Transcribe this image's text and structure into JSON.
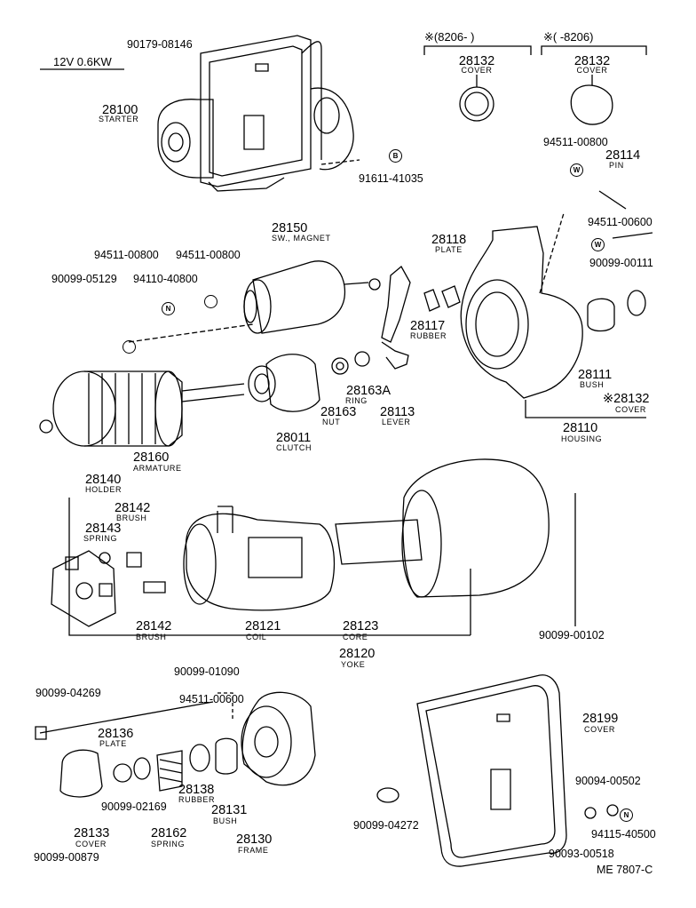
{
  "header": {
    "spec": "12V 0.6KW",
    "variant_a": "※(8206-     )",
    "variant_b": "※(        -8206)"
  },
  "footer": {
    "code": "ME 7807-C"
  },
  "parts": {
    "p28100": {
      "num": "28100",
      "name": "STARTER"
    },
    "p90179": {
      "num": "90179-08146"
    },
    "p91611": {
      "num": "91611-41035",
      "sym": "B"
    },
    "p28132a": {
      "num": "28132",
      "name": "COVER"
    },
    "p28132b": {
      "num": "28132",
      "name": "COVER"
    },
    "p94511_800a": {
      "num": "94511-00800",
      "sym": "W"
    },
    "p28114": {
      "num": "28114",
      "name": "PIN"
    },
    "p94511_600a": {
      "num": "94511-00600",
      "sym": "W"
    },
    "p90099_111": {
      "num": "90099-00111"
    },
    "p28150": {
      "num": "28150",
      "name": "SW., MAGNET"
    },
    "p94511_800b": {
      "num": "94511-00800"
    },
    "p94511_800c": {
      "num": "94511-00800"
    },
    "p90099_5129": {
      "num": "90099-05129"
    },
    "p94110": {
      "num": "94110-40800",
      "sym": "N"
    },
    "sym_w1": {
      "sym": "W"
    },
    "sym_w2": {
      "sym": "W"
    },
    "p28118": {
      "num": "28118",
      "name": "PLATE"
    },
    "p28117": {
      "num": "28117",
      "name": "RUBBER"
    },
    "p28111": {
      "num": "28111",
      "name": "BUSH"
    },
    "p28132c": {
      "num": "※28132",
      "name": "COVER"
    },
    "p28163a": {
      "num": "28163A"
    },
    "p28163": {
      "num": "28163",
      "name": "NUT"
    },
    "p_ring": {
      "name": "RING"
    },
    "p28113": {
      "num": "28113",
      "name": "LEVER"
    },
    "p28110": {
      "num": "28110",
      "name": "HOUSING"
    },
    "p28011": {
      "num": "28011",
      "name": "CLUTCH"
    },
    "p28160": {
      "num": "28160",
      "name": "ARMATURE"
    },
    "p28140": {
      "num": "28140",
      "name": "HOLDER"
    },
    "p28142a": {
      "num": "28142",
      "name": "BRUSH"
    },
    "p28143": {
      "num": "28143",
      "name": "SPRING"
    },
    "p28142b": {
      "num": "28142",
      "name": "BRUSH"
    },
    "p28121": {
      "num": "28121",
      "name": "COIL"
    },
    "p28123": {
      "num": "28123",
      "name": "CORE"
    },
    "p28120": {
      "num": "28120",
      "name": "YOKE"
    },
    "p90099_102": {
      "num": "90099-00102"
    },
    "p90099_1090": {
      "num": "90099-01090"
    },
    "p90099_4269": {
      "num": "90099-04269"
    },
    "p94511_600b": {
      "num": "94511-00600"
    },
    "p28136": {
      "num": "28136",
      "name": "PLATE"
    },
    "p90099_2169": {
      "num": "90099-02169"
    },
    "p28138": {
      "num": "28138",
      "name": "RUBBER"
    },
    "p28131": {
      "num": "28131",
      "name": "BUSH"
    },
    "p28133": {
      "num": "28133",
      "name": "COVER"
    },
    "p28162": {
      "num": "28162",
      "name": "SPRING"
    },
    "p28130": {
      "num": "28130",
      "name": "FRAME"
    },
    "p90099_879": {
      "num": "90099-00879"
    },
    "p90099_4272": {
      "num": "90099-04272"
    },
    "p28199": {
      "num": "28199",
      "name": "COVER"
    },
    "p90094": {
      "num": "90094-00502"
    },
    "p94115": {
      "num": "94115-40500",
      "sym": "N"
    },
    "p90093": {
      "num": "90093-00518"
    }
  }
}
